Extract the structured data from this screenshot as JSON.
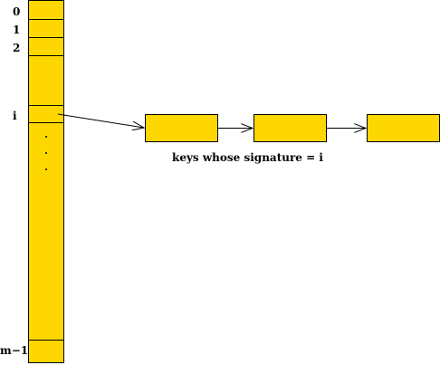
{
  "colors": {
    "fill": "#FFD700",
    "stroke": "#000000",
    "background": "#FFFFFF"
  },
  "table": {
    "row_labels": [
      "0",
      "1",
      "2",
      "i",
      "m−1"
    ]
  },
  "chain": {
    "node_count": 3,
    "caption": "keys whose signature = i"
  }
}
